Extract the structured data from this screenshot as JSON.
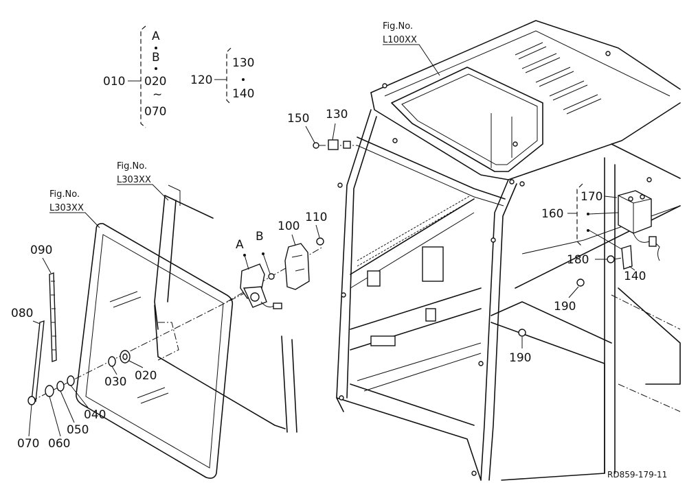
{
  "callouts": {
    "c010": "010",
    "cA": "A",
    "cB": "B",
    "c020": "020",
    "ctilde": "~",
    "c070": "070",
    "c120": "120",
    "c130": "130",
    "c140": "140",
    "p150": "150",
    "p130": "130",
    "figL100": "Fig.No.",
    "figL100code": "L100XX",
    "fig1": "Fig.No.",
    "fig1code": "L303XX",
    "fig2": "Fig.No.",
    "fig2code": "L303XX",
    "p090": "090",
    "p080": "080",
    "p070": "070",
    "p060": "060",
    "p050": "050",
    "p040": "040",
    "p030": "030",
    "p020": "020",
    "pA": "A",
    "pB": "B",
    "p100": "100",
    "p110": "110",
    "p170": "170",
    "p160": "160",
    "p180": "180",
    "p140": "140",
    "p190a": "190",
    "p190b": "190"
  },
  "drawing_code": "RD859-179-11"
}
